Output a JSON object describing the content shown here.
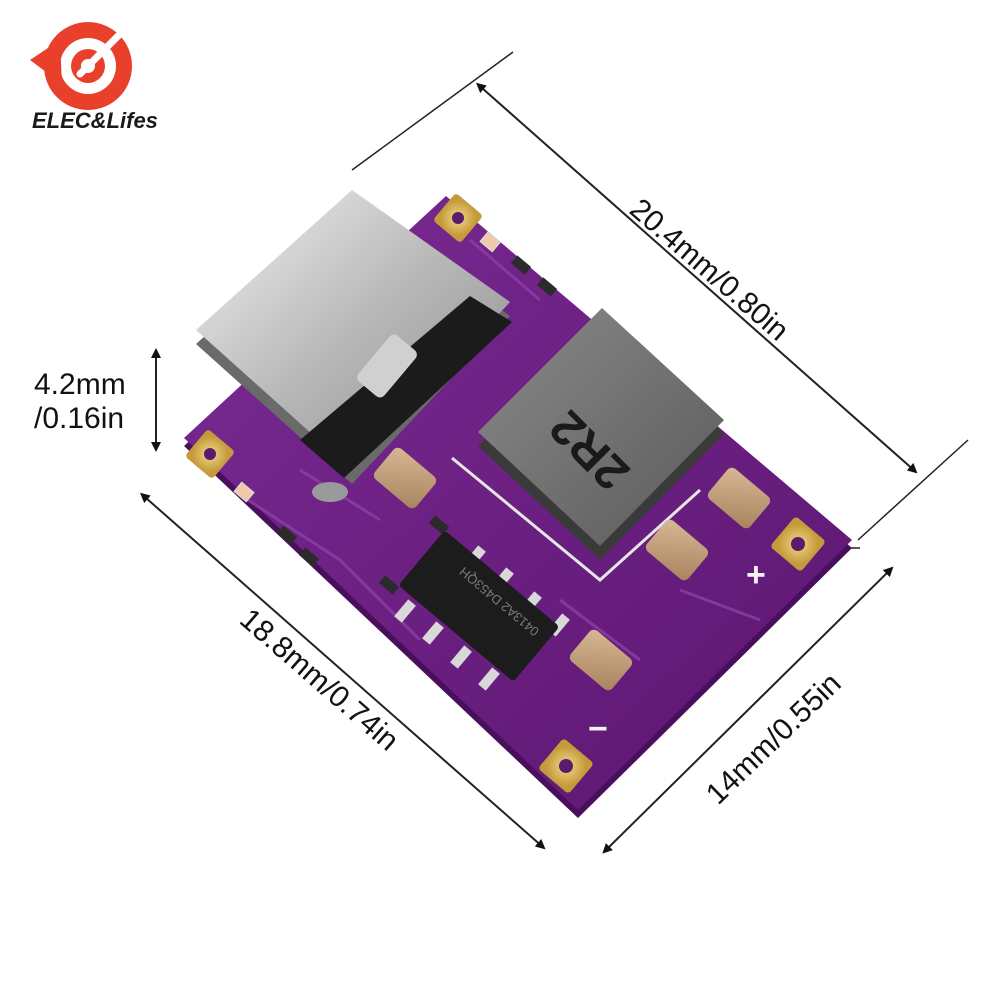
{
  "brand": {
    "name": "ELEC&Lifes",
    "logo_color": "#e8402a",
    "text_color": "#1a1a1a"
  },
  "dimensions": {
    "length_top": "20.4mm/0.80in",
    "length_bottom": "18.8mm/0.74in",
    "width": "14mm/0.55in",
    "height_mm": "4.2mm",
    "height_in": "/0.16in"
  },
  "board": {
    "inductor_marking": "2R2",
    "chip_marking": "0413A2 D453QH",
    "plus_label": "+",
    "minus_label": "−",
    "pcb_color": "#6e1f86",
    "connector_color": "#c9c9c9"
  }
}
